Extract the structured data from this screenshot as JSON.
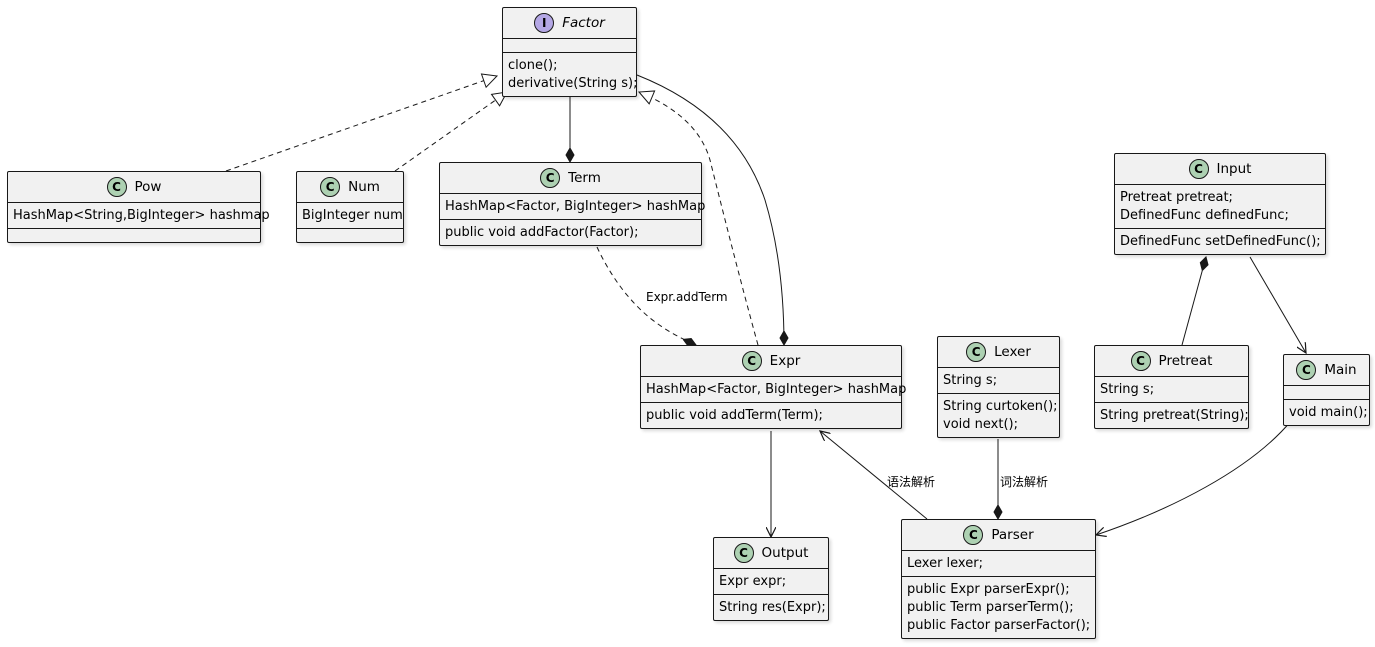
{
  "classes": {
    "factor": {
      "name": "Factor",
      "kind": "I",
      "fields": [],
      "methods": [
        "clone();",
        "derivative(String s);"
      ]
    },
    "pow": {
      "name": "Pow",
      "kind": "C",
      "fields": [
        "HashMap<String,BigInteger> hashmap"
      ],
      "methods": []
    },
    "num": {
      "name": "Num",
      "kind": "C",
      "fields": [
        "BigInteger num"
      ],
      "methods": []
    },
    "term": {
      "name": "Term",
      "kind": "C",
      "fields": [
        "HashMap<Factor, BigInteger> hashMap"
      ],
      "methods": [
        "public void addFactor(Factor);"
      ]
    },
    "expr": {
      "name": "Expr",
      "kind": "C",
      "fields": [
        "HashMap<Factor, BigInteger> hashMap"
      ],
      "methods": [
        "public void addTerm(Term);"
      ]
    },
    "lexer": {
      "name": "Lexer",
      "kind": "C",
      "fields": [
        "String s;"
      ],
      "methods": [
        "String curtoken();",
        "void next();"
      ]
    },
    "input": {
      "name": "Input",
      "kind": "C",
      "fields": [
        "Pretreat pretreat;",
        "DefinedFunc definedFunc;"
      ],
      "methods": [
        "DefinedFunc setDefinedFunc();"
      ]
    },
    "pretreat": {
      "name": "Pretreat",
      "kind": "C",
      "fields": [
        "String s;"
      ],
      "methods": [
        "String pretreat(String);"
      ]
    },
    "main": {
      "name": "Main",
      "kind": "C",
      "fields": [],
      "methods": [
        "void main();"
      ]
    },
    "output": {
      "name": "Output",
      "kind": "C",
      "fields": [
        "Expr expr;"
      ],
      "methods": [
        "String res(Expr);"
      ]
    },
    "parser": {
      "name": "Parser",
      "kind": "C",
      "fields": [
        "Lexer lexer;"
      ],
      "methods": [
        "public Expr parserExpr();",
        "public Term parserTerm();",
        "public Factor parserFactor();"
      ]
    }
  },
  "edge_labels": {
    "term_expr": "Expr.addTerm",
    "parser_expr": "语法解析",
    "lexer_parser": "词法解析"
  },
  "colors": {
    "class_fill": "#f1f1f1",
    "class_badge": "#add1b2",
    "interface_badge": "#b4a7e5",
    "line": "#181818"
  }
}
